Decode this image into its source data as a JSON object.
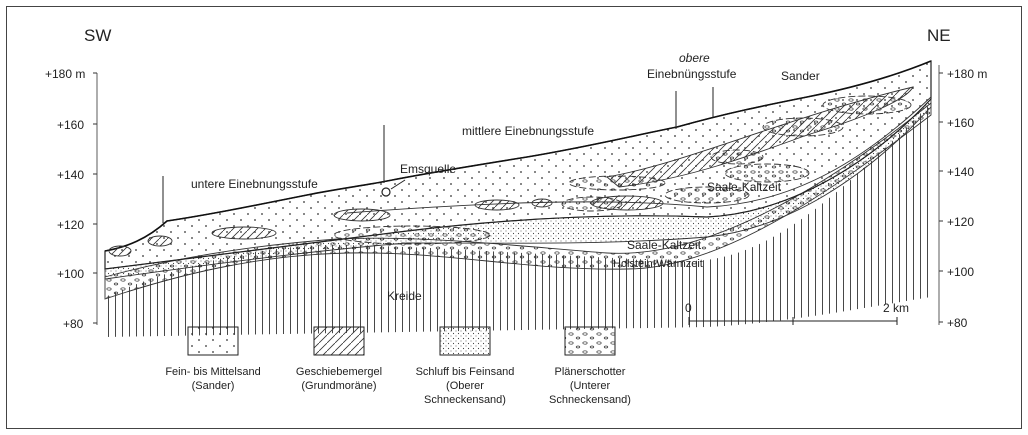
{
  "orientation": {
    "left": "SW",
    "right": "NE"
  },
  "axis": {
    "left_ticks": [
      "+180 m",
      "+160",
      "+140",
      "+120",
      "+100",
      "+80"
    ],
    "right_ticks": [
      "+180 m",
      "+160",
      "+140",
      "+120",
      "+100",
      "+80"
    ]
  },
  "labels": {
    "sander": "Sander",
    "obere_line1": "obere",
    "obere_line2": "Einebnüngsstufe",
    "mittlere": "mittlere Einebnungsstufe",
    "untere": "untere Einebnungsstufe",
    "emsquelle": "Emsquelle",
    "saale_upper": "Saale-Kaltzeit",
    "saale_lower": "Saale-Kaltzeit",
    "holstein": "Holstein-Wärmzeit",
    "kreide": "Kreide"
  },
  "scale": {
    "start": "0",
    "end": "2 km"
  },
  "legend": [
    {
      "pattern": "dots",
      "lines": [
        "Fein- bis Mittelsand",
        "(Sander)"
      ]
    },
    {
      "pattern": "hatch",
      "lines": [
        "Geschiebemergel",
        "(Grundmoräne)"
      ]
    },
    {
      "pattern": "fine-dots",
      "lines": [
        "Schluff bis Feinsand",
        "(Oberer",
        "Schneckensand)"
      ]
    },
    {
      "pattern": "pebbles",
      "lines": [
        "Plänerschotter",
        "(Unterer",
        "Schneckensand)"
      ]
    }
  ],
  "colors": {
    "ink": "#222222",
    "background": "#ffffff"
  }
}
